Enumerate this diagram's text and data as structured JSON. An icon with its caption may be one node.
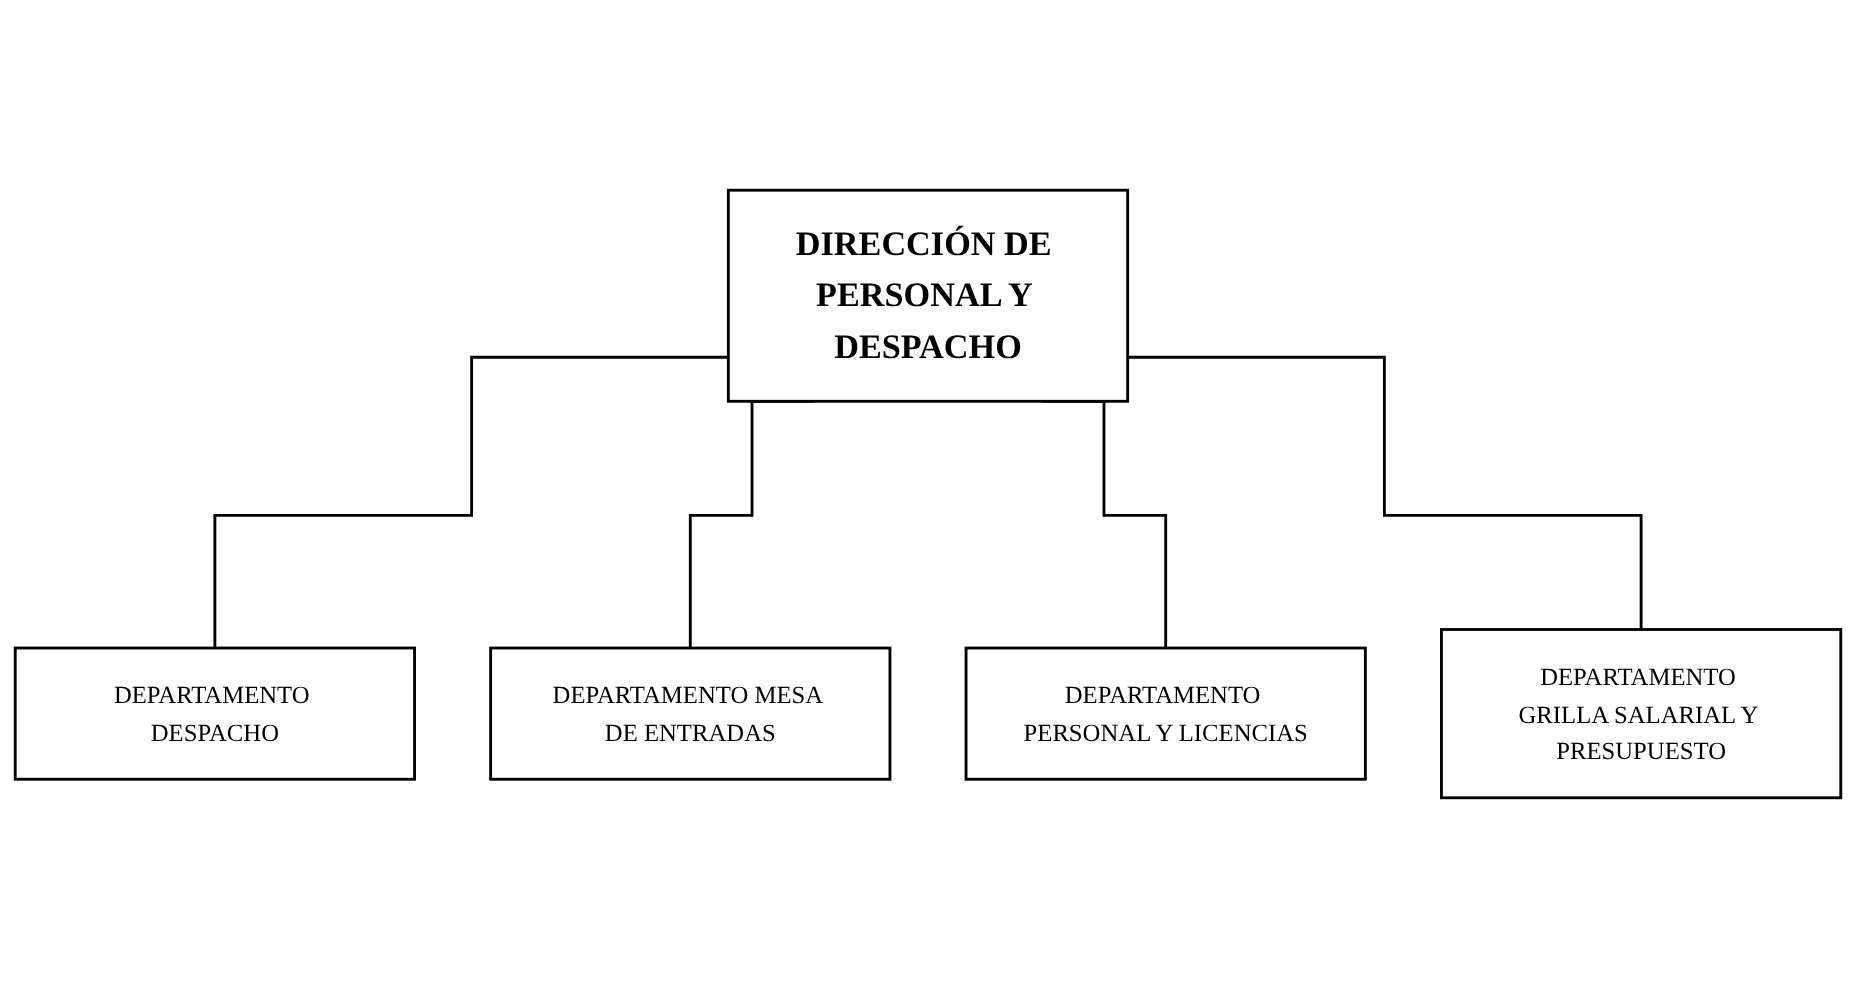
{
  "diagram": {
    "nodes": [
      {
        "text": [
          "DIRECCIÓN DE PERSONAL Y DESPACHO"
        ]
      },
      {
        "text": [
          "DEPARTAMENTO DESPACHO"
        ]
      },
      {
        "text": [
          "DEPARTAMENTO MESA DE ENTRADAS"
        ]
      },
      {
        "text": [
          "DEPARTAMENTO PERSONAL Y LICENCIAS"
        ]
      },
      {
        "text": [
          "DEPARTAMENTO GRILLA SALARIAL Y PRESUPUESTO"
        ]
      }
    ],
    "edges": [
      {
        "from": 0,
        "to": 1,
        "arrow": "none"
      },
      {
        "from": 0,
        "to": 2,
        "arrow": "none"
      },
      {
        "from": 0,
        "to": 3,
        "arrow": "none"
      },
      {
        "from": 0,
        "to": 4,
        "arrow": "none"
      }
    ]
  }
}
